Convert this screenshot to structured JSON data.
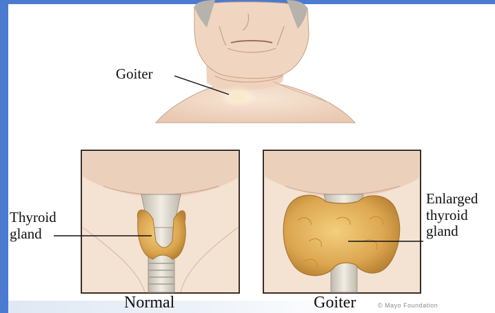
{
  "labels": {
    "top_goiter": "Goiter",
    "thyroid_gland": "Thyroid\ngland",
    "enlarged": "Enlarged\nthyroid\ngland",
    "caption_normal": "Normal",
    "caption_goiter": "Goiter",
    "credit": "© Mayo Foundation"
  },
  "colors": {
    "frame": "#4a7bd0",
    "skin": "#f3ddcb",
    "thyroid": "#e5b158"
  }
}
